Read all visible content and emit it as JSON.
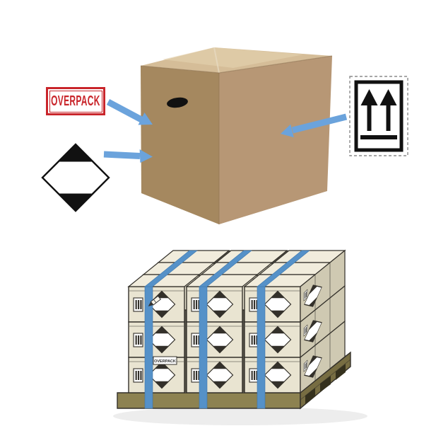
{
  "illustration": {
    "overpack_label": {
      "text": "OVERPACK"
    },
    "pallet_box_label": {
      "text": "OVERPACK"
    },
    "marks": {
      "overpack": "overpack-label",
      "limited_quantity": "limited-quantity-mark",
      "orientation": "this-way-up-arrows"
    },
    "pallet_stack": {
      "columns": 3,
      "rows": 3,
      "layers_deep": 3,
      "straps": 3
    }
  },
  "colors": {
    "red": "#c9252b",
    "arrow": "#6ba3dc",
    "ink": "#33302a",
    "ink-black": "#111111",
    "kraft-top": "#d5bd98",
    "kraft-left": "#a5885f",
    "kraft-right": "#b79775",
    "kraft-hl": "#e4d2af",
    "crate": "#e9e4d1",
    "crate-top": "#f1ecdc",
    "crate-side": "#cfc9b2",
    "gap": "#59564b",
    "strap": "#5591c8",
    "pallet-top": "#b3a668",
    "pallet-front": "#8d8251",
    "pallet-side": "#776d42",
    "pallet-dark": "#35311d"
  }
}
